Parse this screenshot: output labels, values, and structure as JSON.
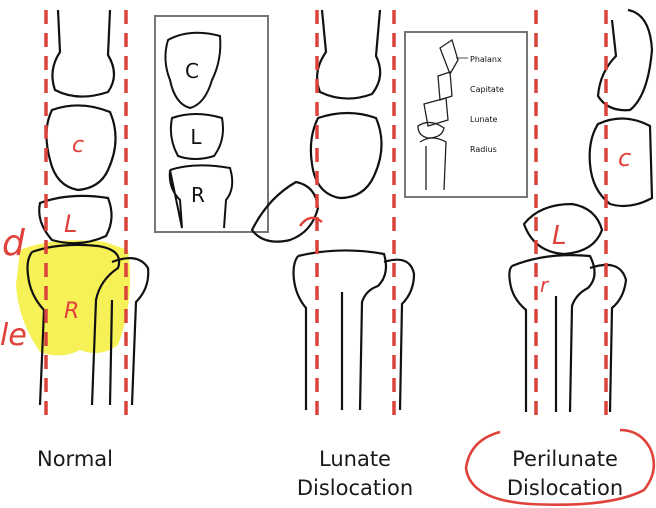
{
  "colors": {
    "bone_outline": "#111111",
    "guide_line": "#d9433c",
    "annotation": "#e0413a",
    "highlight": "#f5ef3a",
    "inset_border": "#777777"
  },
  "panels": {
    "normal": {
      "caption": "Normal",
      "annotations": {
        "capitate": "c",
        "lunate": "L",
        "radius": "R"
      },
      "margin_scribbles": [
        "d",
        "le"
      ]
    },
    "lunate": {
      "caption_line1": "Lunate",
      "caption_line2": "Dislocation"
    },
    "perilunate": {
      "caption_line1": "Perilunate",
      "caption_line2": "Dislocation",
      "annotations": {
        "capitate": "c",
        "lunate": "L",
        "radius": "r"
      }
    }
  },
  "insets": {
    "bones_inset": {
      "labels": [
        "C",
        "L",
        "R"
      ]
    },
    "lateral_inset": {
      "labels": [
        "Phalanx",
        "Capitate",
        "Lunate",
        "Radius"
      ]
    }
  }
}
